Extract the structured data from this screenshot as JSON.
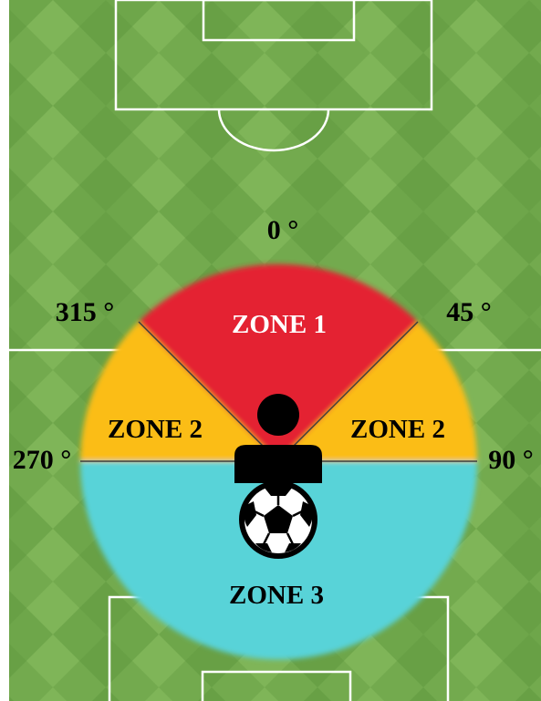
{
  "angles": {
    "a0": "0 °",
    "a45": "45 °",
    "a90": "90 °",
    "a270": "270 °",
    "a315": "315 °"
  },
  "zones": {
    "zone1": "ZONE 1",
    "zone2_left": "ZONE 2",
    "zone2_right": "ZONE 2",
    "zone3": "ZONE 3"
  },
  "icons": {
    "player": "player-icon",
    "ball": "soccer-ball-icon"
  },
  "colors": {
    "zone1": "#e42331",
    "zone2": "#fbbd12",
    "zone3": "#58d3d8",
    "pitch_light": "#78b052",
    "pitch_dark": "#5d9a40",
    "lines": "#ffffff"
  }
}
